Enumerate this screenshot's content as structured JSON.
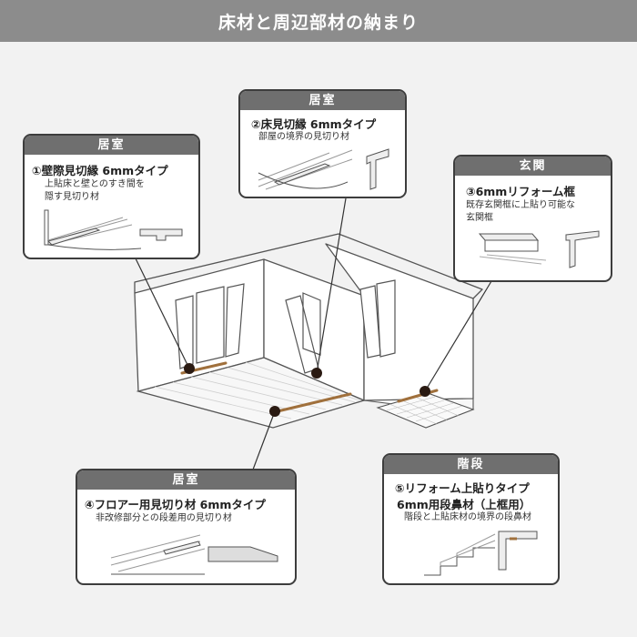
{
  "banner": "床材と周辺部材の納まり",
  "callouts": {
    "c1": {
      "room": "居室",
      "title": "①壁際見切縁 6mmタイプ",
      "desc": [
        "上貼床と壁とのすき間を",
        "隠す見切り材"
      ]
    },
    "c2": {
      "room": "居室",
      "title": "②床見切縁 6mmタイプ",
      "desc": [
        "部屋の境界の見切り材"
      ]
    },
    "c3": {
      "room": "玄関",
      "title": "③6mmリフォーム框",
      "desc": [
        "既存玄関框に上貼り可能な",
        "玄関框"
      ]
    },
    "c4": {
      "room": "居室",
      "title": "④フロアー用見切り材 6mmタイプ",
      "desc": [
        "非改修部分との段差用の見切り材"
      ]
    },
    "c5": {
      "room": "階段",
      "title": "⑤リフォーム上貼りタイプ",
      "title2": "6mm用段鼻材（上框用）",
      "desc": [
        "階段と上貼床材の境界の段鼻材"
      ]
    }
  },
  "colors": {
    "header": "#6f6f6f",
    "banner": "#8c8c8c",
    "wood": "#a0703c",
    "dot": "#2a1a12"
  }
}
